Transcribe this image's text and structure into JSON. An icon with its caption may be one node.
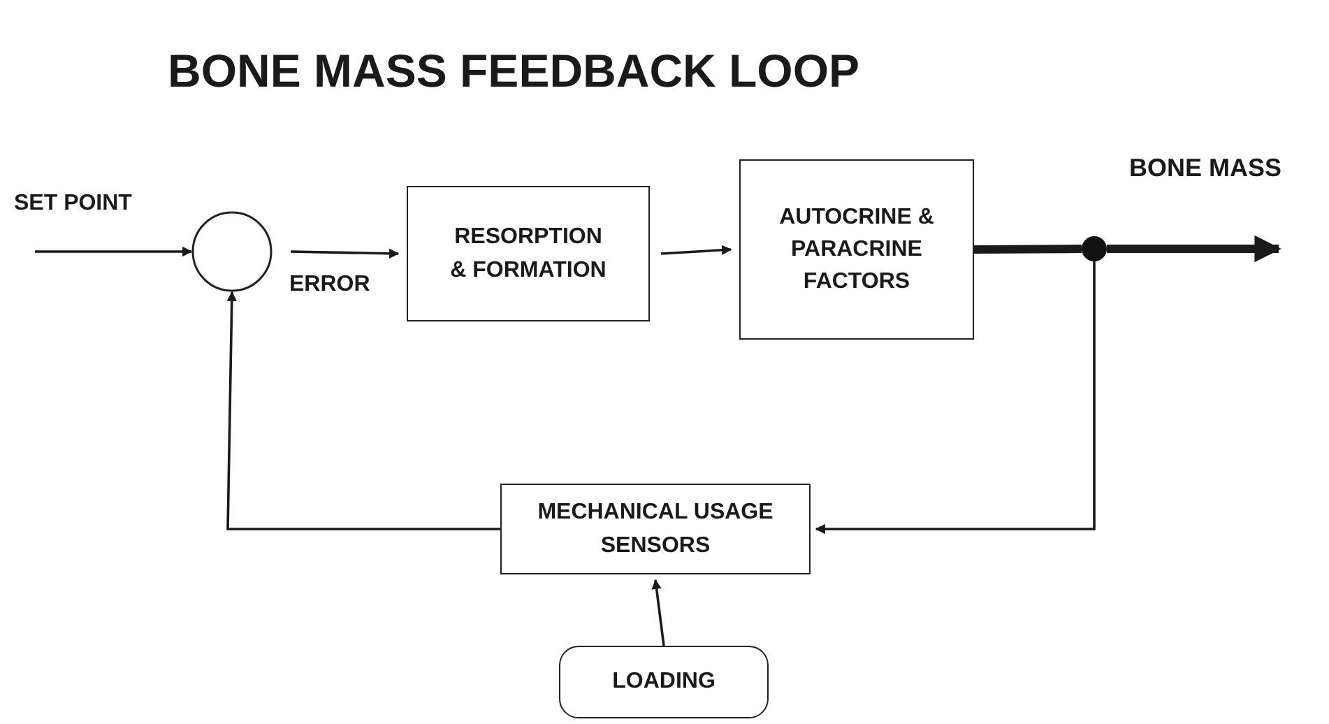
{
  "diagram": {
    "title": "BONE MASS FEEDBACK LOOP",
    "nodes": [
      {
        "text": [],
        "shape": "circle"
      },
      {
        "text": [
          "RESORPTION & FORMATION"
        ]
      },
      {
        "text": [
          "AUTOCRINE & PARACRINE FACTORS"
        ]
      },
      {
        "text": [],
        "shape": "dot"
      },
      {
        "text": [
          "MECHANICAL USAGE SENSORS"
        ]
      },
      {
        "text": [
          "LOADING"
        ]
      }
    ],
    "edges": [
      {
        "from": null,
        "to": 0,
        "arrow": "to",
        "label": "SET POINT"
      },
      {
        "from": 0,
        "to": 1,
        "arrow": "to",
        "label": "ERROR"
      },
      {
        "from": 1,
        "to": 2,
        "arrow": "to"
      },
      {
        "from": 2,
        "to": 3,
        "arrow": "none",
        "style": "thick"
      },
      {
        "from": 3,
        "to": null,
        "arrow": "to",
        "label": "BONE MASS",
        "style": "thick"
      },
      {
        "from": 3,
        "to": 4,
        "arrow": "to"
      },
      {
        "from": 4,
        "to": 0,
        "arrow": "to"
      },
      {
        "from": 5,
        "to": 4,
        "arrow": "to"
      }
    ]
  }
}
